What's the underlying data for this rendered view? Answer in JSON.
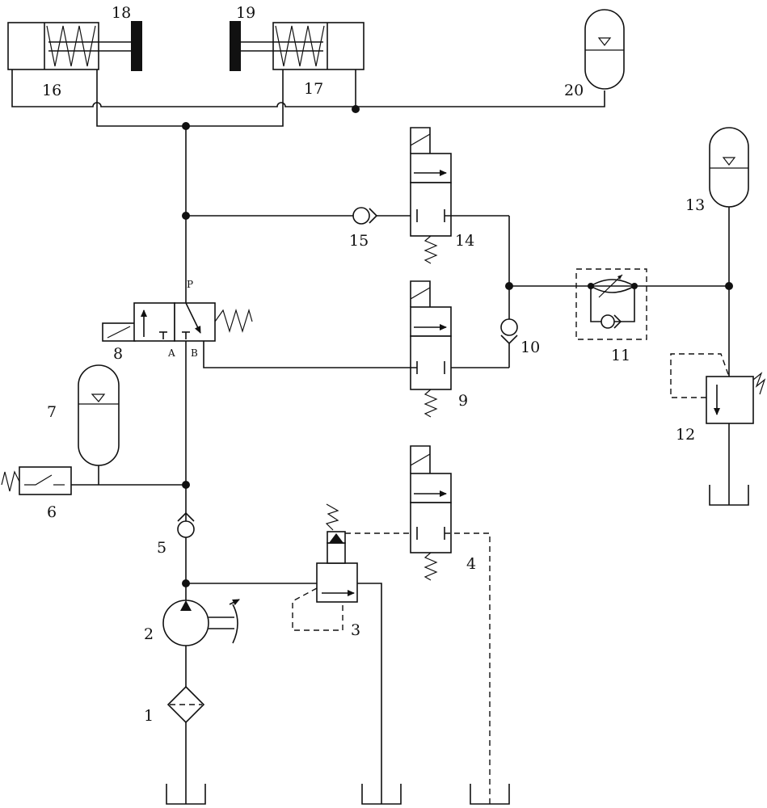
{
  "labels": {
    "n1": "1",
    "n2": "2",
    "n3": "3",
    "n4": "4",
    "n5": "5",
    "n6": "6",
    "n7": "7",
    "n8": "8",
    "n9": "9",
    "n10": "10",
    "n11": "11",
    "n12": "12",
    "n13": "13",
    "n14": "14",
    "n15": "15",
    "n16": "16",
    "n17": "17",
    "n18": "18",
    "n19": "19",
    "n20": "20"
  },
  "ports": {
    "p": "P",
    "a": "A",
    "b": "B"
  }
}
